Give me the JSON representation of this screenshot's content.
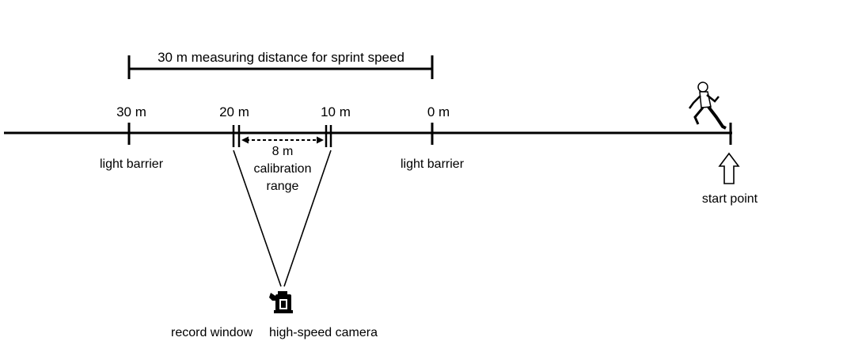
{
  "diagram": {
    "measuring_label": "30 m measuring distance for sprint speed",
    "markers": {
      "m30": "30 m",
      "m20": "20 m",
      "m10": "10 m",
      "m0": "0 m"
    },
    "light_barrier_left": "light barrier",
    "light_barrier_right": "light barrier",
    "calibration_distance": "8 m",
    "calibration_line1": "calibration",
    "calibration_line2": "range",
    "start_point": "start point",
    "record_window": "record window",
    "camera": "high-speed camera",
    "icons": {
      "runner": "runner-icon",
      "camera": "camera-icon",
      "arrow": "up-arrow-icon"
    },
    "colors": {
      "ink": "#000000",
      "background": "#ffffff"
    }
  }
}
